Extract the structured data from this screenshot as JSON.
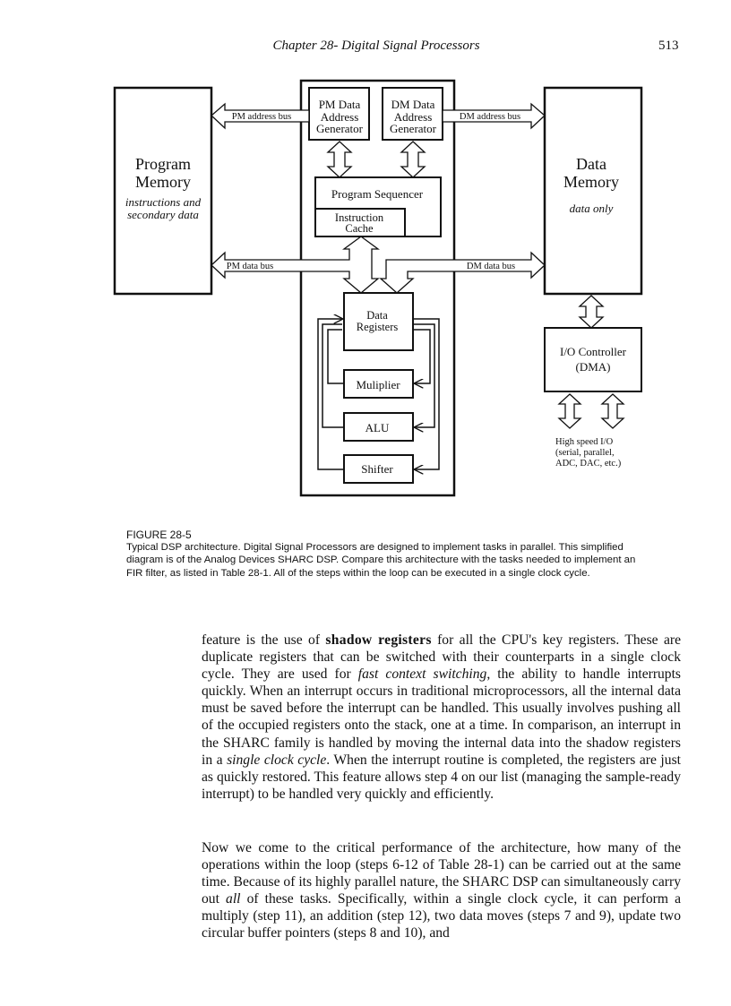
{
  "header": {
    "title": "Chapter 28- Digital Signal Processors",
    "page_number": "513"
  },
  "diagram": {
    "program_memory": {
      "title_line1": "Program",
      "title_line2": "Memory",
      "desc_line1": "instructions and",
      "desc_line2": "secondary data"
    },
    "data_memory": {
      "title_line1": "Data",
      "title_line2": "Memory",
      "desc": "data only"
    },
    "pm_dag": {
      "line1": "PM Data",
      "line2": "Address",
      "line3": "Generator"
    },
    "dm_dag": {
      "line1": "DM Data",
      "line2": "Address",
      "line3": "Generator"
    },
    "program_sequencer": "Program Sequencer",
    "instruction_cache": {
      "line1": "Instruction",
      "line2": "Cache"
    },
    "data_registers": {
      "line1": "Data",
      "line2": "Registers"
    },
    "multiplier": "Muliplier",
    "alu": "ALU",
    "shifter": "Shifter",
    "io_controller": {
      "line1": "I/O Controller",
      "line2": "(DMA)"
    },
    "high_speed_io": {
      "line1": "High speed I/O",
      "line2": "(serial, parallel,",
      "line3": "ADC, DAC, etc.)"
    },
    "buses": {
      "pm_address": "PM address bus",
      "dm_address": "DM address bus",
      "pm_data": "PM data bus",
      "dm_data": "DM data bus"
    }
  },
  "caption": {
    "label": "FIGURE 28-5",
    "text": "Typical DSP architecture. Digital Signal Processors are designed to implement tasks in parallel. This simplified diagram is of the Analog Devices SHARC DSP. Compare this architecture with the tasks needed to implement an FIR filter, as listed in Table 28-1. All of the steps within the loop can be executed in a single clock cycle."
  },
  "paragraph1": {
    "s1": "feature is the use of ",
    "b1": "shadow registers",
    "s2": " for all the CPU's key registers. These are duplicate registers that can be switched with their counterparts in a single clock cycle. They are used for ",
    "i1": "fast context switching",
    "s3": ", the ability to handle interrupts quickly. When an interrupt occurs in traditional microprocessors, all the internal data must be saved before the interrupt can be handled. This usually involves pushing all of the occupied registers onto the stack, one at a time. In comparison, an interrupt in the SHARC family is handled by moving the internal data into the shadow registers in a ",
    "i2": "single clock cycle",
    "s4": ". When the interrupt routine is completed, the registers are just as quickly restored. This feature allows step 4 on our list (managing the sample-ready interrupt) to be handled very quickly and efficiently."
  },
  "paragraph2": {
    "s1": "Now we come to the critical performance of the architecture, how many of the operations within the loop (steps 6-12 of Table 28-1) can be carried out at the same time. Because of its highly parallel nature, the SHARC DSP can simultaneously carry out ",
    "i1": "all",
    "s2": " of these tasks. Specifically, within a single clock cycle, it can perform a multiply (step 11), an addition (step 12), two data moves (steps 7 and 9), update two circular buffer pointers (steps 8 and 10), and"
  }
}
